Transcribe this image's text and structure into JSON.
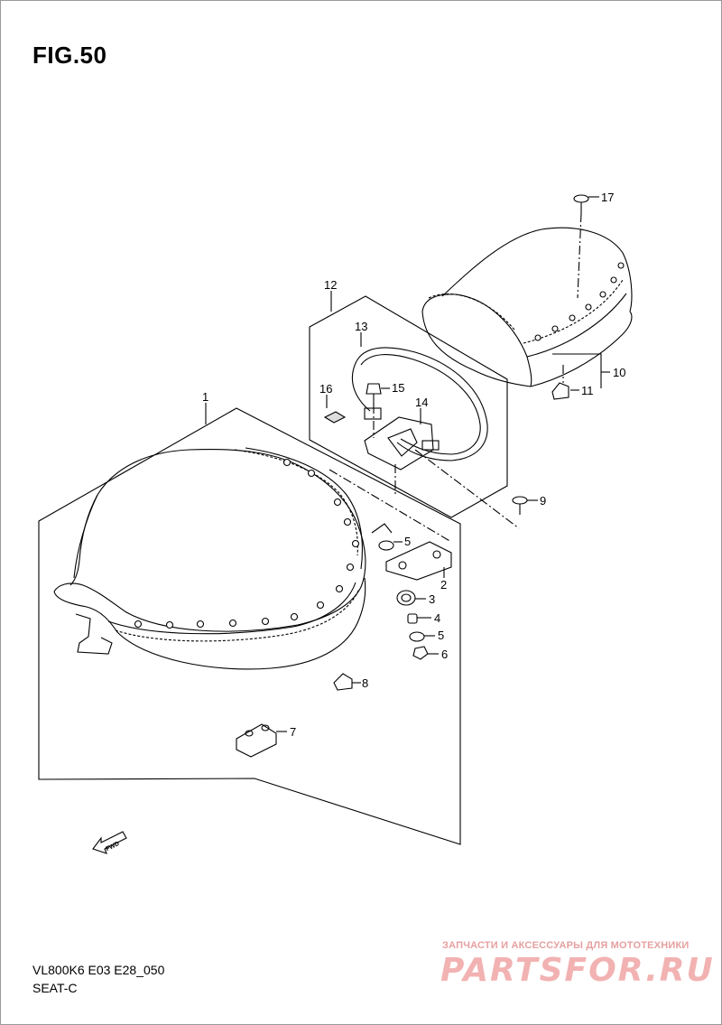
{
  "figure": {
    "title": "FIG.50"
  },
  "callouts": {
    "c1": "1",
    "c2": "2",
    "c3": "3",
    "c4": "4",
    "c5a": "5",
    "c5b": "5",
    "c6": "6",
    "c7": "7",
    "c8": "8",
    "c9": "9",
    "c10": "10",
    "c11": "11",
    "c12": "12",
    "c13": "13",
    "c14": "14",
    "c15": "15",
    "c16": "16",
    "c17": "17"
  },
  "footer": {
    "model_code": "VL800K6 E03 E28_050",
    "section": "SEAT-C"
  },
  "fwd_arrow": {
    "label": "FWD"
  },
  "watermark": {
    "tagline": "ЗАПЧАСТИ И АКСЕССУАРЫ ДЛЯ МОТОТЕХНИКИ",
    "logo": "PARTSFOR.RU"
  },
  "colors": {
    "line": "#000000",
    "watermark": "#f2b2b2",
    "frame": "#9a9a9a"
  }
}
